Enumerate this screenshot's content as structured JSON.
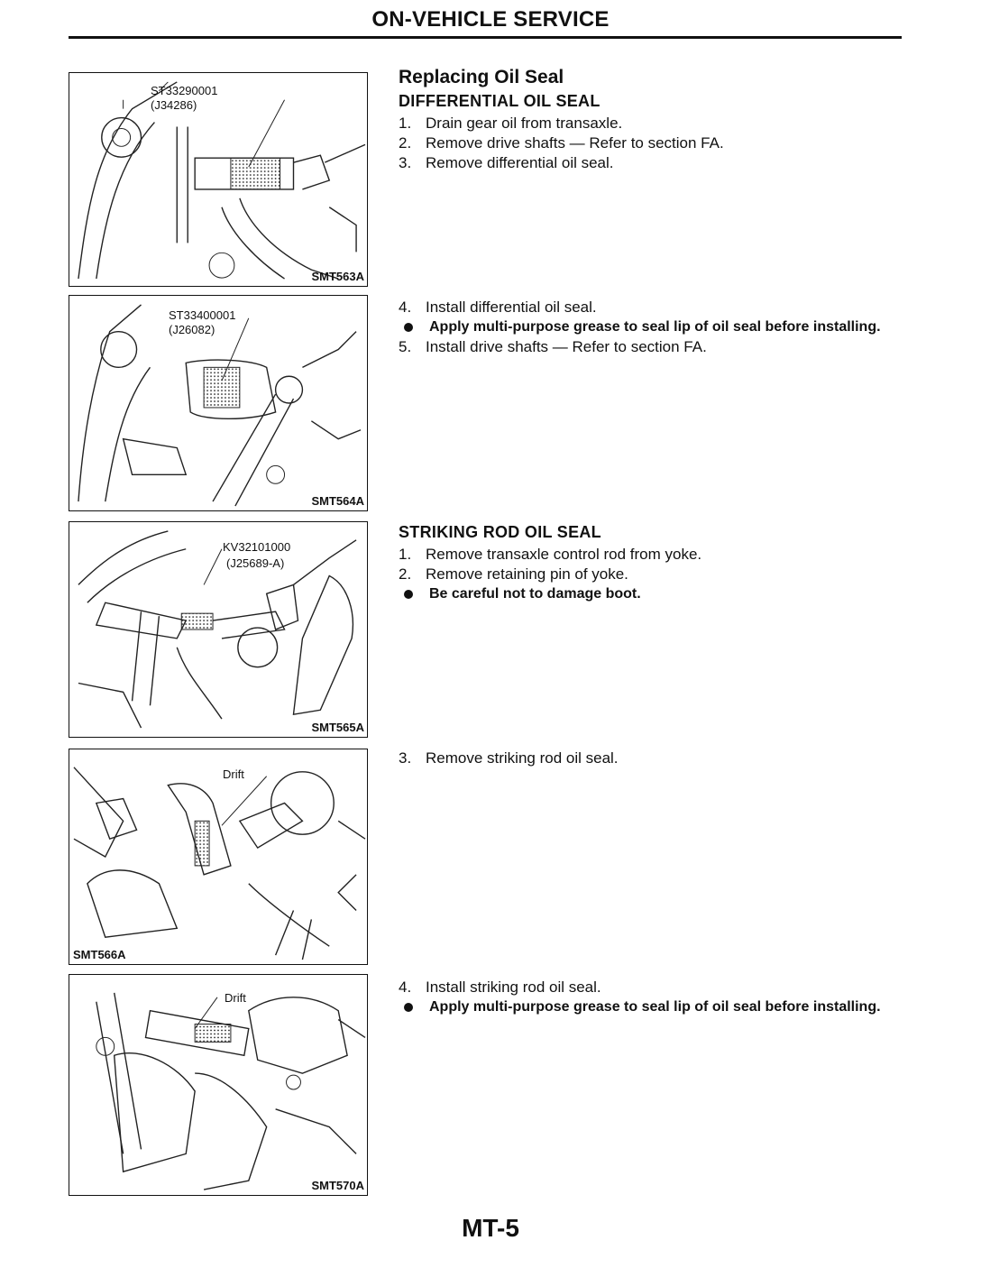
{
  "header": {
    "title": "ON-VEHICLE SERVICE"
  },
  "figures": [
    {
      "id": "SMT563A",
      "callouts": [
        "ST33290001",
        "(J34286)"
      ]
    },
    {
      "id": "SMT564A",
      "callouts": [
        "ST33400001",
        "(J26082)"
      ]
    },
    {
      "id": "SMT565A",
      "callouts": [
        "KV32101000",
        "(J25689-A)"
      ]
    },
    {
      "id": "SMT566A",
      "callouts": [
        "Drift"
      ]
    },
    {
      "id": "SMT570A",
      "callouts": [
        "Drift"
      ]
    }
  ],
  "section": {
    "title": "Replacing Oil Seal"
  },
  "differential": {
    "title": "DIFFERENTIAL OIL SEAL",
    "steps_a": [
      {
        "num": "1.",
        "text": "Drain gear oil from transaxle."
      },
      {
        "num": "2.",
        "text": "Remove drive shafts — Refer to section FA."
      },
      {
        "num": "3.",
        "text": "Remove differential oil seal."
      }
    ],
    "step_4": {
      "num": "4.",
      "text": "Install differential oil seal."
    },
    "bullet_1": "Apply multi-purpose grease to seal lip of oil seal before installing.",
    "step_5": {
      "num": "5.",
      "text": "Install drive shafts — Refer to section FA."
    }
  },
  "striking": {
    "title": "STRIKING ROD OIL SEAL",
    "steps_a": [
      {
        "num": "1.",
        "text": "Remove transaxle control rod from yoke."
      },
      {
        "num": "2.",
        "text": "Remove retaining pin of yoke."
      }
    ],
    "bullet_1": "Be careful not to damage boot.",
    "step_3": {
      "num": "3.",
      "text": "Remove striking rod oil seal."
    },
    "step_4": {
      "num": "4.",
      "text": "Install striking rod oil seal."
    },
    "bullet_2": "Apply multi-purpose grease to seal lip of oil seal before installing."
  },
  "footer": {
    "page_number": "MT-5"
  }
}
